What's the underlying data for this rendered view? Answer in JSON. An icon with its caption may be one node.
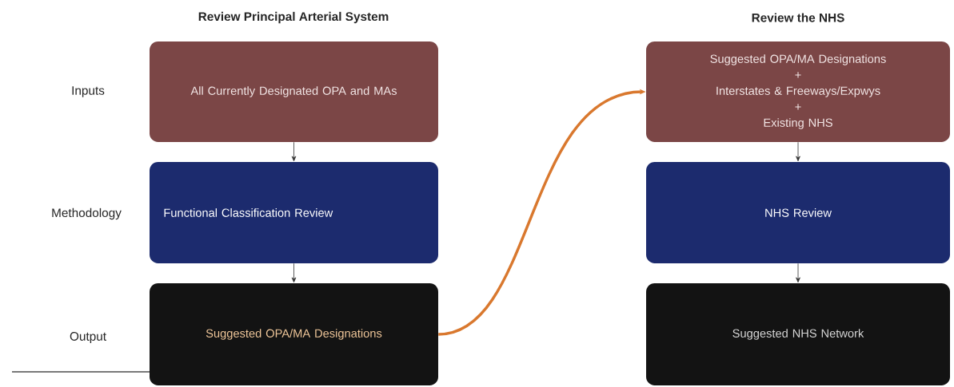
{
  "diagram": {
    "nodes": [
      {
        "text": [
          "All Currently Designated OPA and MAs"
        ]
      },
      {
        "text": [
          "Functional Classification Review"
        ]
      },
      {
        "text": [
          "Suggested OPA/MA Designations"
        ]
      },
      {
        "text": [
          "Suggested OPA/MA Designations",
          "+",
          "Interstates & Freeways/Expwys",
          "+",
          "Existing NHS"
        ]
      },
      {
        "text": [
          "NHS Review"
        ]
      },
      {
        "text": [
          "Suggested NHS Network"
        ]
      }
    ],
    "edges": [
      {
        "from": 0,
        "to": 1,
        "arrow": "to"
      },
      {
        "from": 1,
        "to": 2,
        "arrow": "to"
      },
      {
        "from": 2,
        "to": 3,
        "arrow": "to",
        "style": "thick",
        "color": "#d9782e"
      },
      {
        "from": 3,
        "to": 4,
        "arrow": "to"
      },
      {
        "from": 4,
        "to": 5,
        "arrow": "to"
      }
    ],
    "labels": [
      "Review Principal Arterial System",
      "Review the NHS",
      "Inputs",
      "Methodology",
      "Output"
    ]
  }
}
